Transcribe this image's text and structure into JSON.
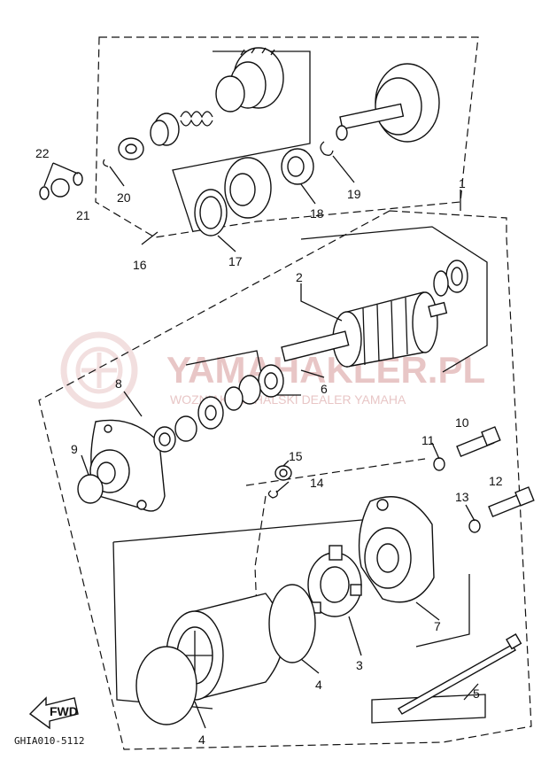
{
  "diagram": {
    "callouts": [
      {
        "id": "1",
        "text": "1"
      },
      {
        "id": "2",
        "text": "2"
      },
      {
        "id": "3",
        "text": "3"
      },
      {
        "id": "4a",
        "text": "4"
      },
      {
        "id": "4b",
        "text": "4"
      },
      {
        "id": "5",
        "text": "5"
      },
      {
        "id": "6",
        "text": "6"
      },
      {
        "id": "7",
        "text": "7"
      },
      {
        "id": "8",
        "text": "8"
      },
      {
        "id": "9",
        "text": "9"
      },
      {
        "id": "10",
        "text": "10"
      },
      {
        "id": "11",
        "text": "11"
      },
      {
        "id": "12",
        "text": "12"
      },
      {
        "id": "13",
        "text": "13"
      },
      {
        "id": "14",
        "text": "14"
      },
      {
        "id": "15",
        "text": "15"
      },
      {
        "id": "16",
        "text": "16"
      },
      {
        "id": "17",
        "text": "17"
      },
      {
        "id": "18",
        "text": "18"
      },
      {
        "id": "19",
        "text": "19"
      },
      {
        "id": "20",
        "text": "20"
      },
      {
        "id": "21",
        "text": "21"
      },
      {
        "id": "22",
        "text": "22"
      }
    ],
    "fwd_label": "FWD",
    "diagram_code": "GHIA010-5112"
  },
  "watermark": {
    "brand": "YAMAHAKLER.PL",
    "tagline": "WOZNIAK MICHALSKI DEALER YAMAHA",
    "color": "#e8c6c6"
  },
  "icons": [
    "fwd-arrow-icon",
    "watermark-logo-icon"
  ]
}
